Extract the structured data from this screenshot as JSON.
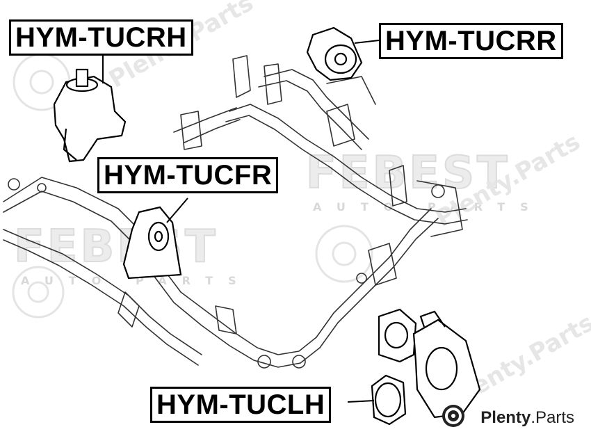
{
  "watermarks": {
    "brand_logo": "FEBEST",
    "brand_sub": "AUTO PARTS",
    "site": "Plenty.Parts"
  },
  "labels": {
    "tucrh": "HYM-TUCRH",
    "tucrr": "HYM-TUCRR",
    "tucfr": "HYM-TUCFR",
    "tuclh": "HYM-TUCLH"
  },
  "logo": {
    "name_bold": "Plenty",
    "name_rest": ".Parts"
  }
}
